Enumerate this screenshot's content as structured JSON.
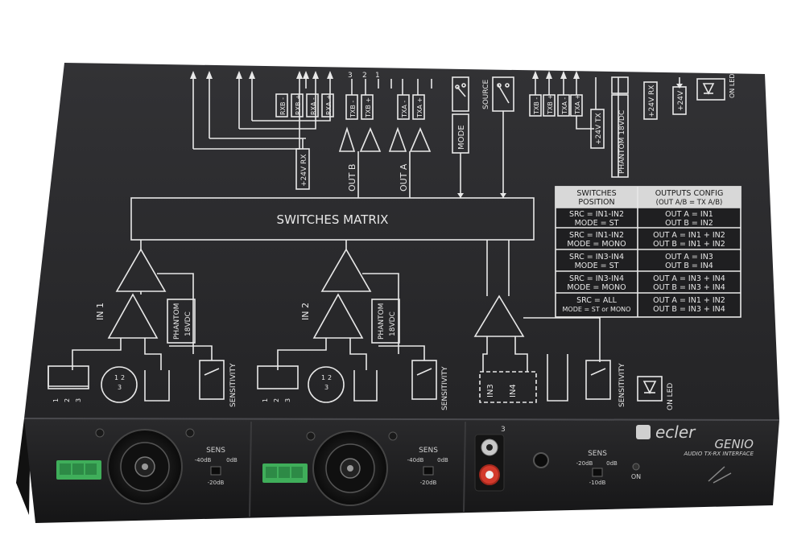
{
  "colors": {
    "chassis_top": "#2b2b2d",
    "chassis_front": "#1e1e20",
    "print": "#e8e8e8",
    "table_header": "#d8d8d8",
    "terminal_green": "#3fae5a",
    "rca_red": "#d33a2c"
  },
  "schematic": {
    "matrix_label": "SWITCHES MATRIX",
    "out_b": "OUT B",
    "out_a": "OUT A",
    "mode": "MODE",
    "source": "SOURCE",
    "in1": "IN 1",
    "in2": "IN 2",
    "in3": "IN3",
    "in4": "IN4",
    "phantom_1": "PHANTOM",
    "phantom_2": "18VDC",
    "phantom_top": "PHANTOM 18VDC",
    "sensitivity": "SENSITIVITY",
    "on_led": "ON LED",
    "on_led_top": "ON LED",
    "rx_plus24": "+24V RX",
    "tx_plus24": "+24V TX",
    "rx_plus24_right": "+24V RX",
    "plus24": "+24V",
    "rxb_minus": "RXB -",
    "rxb_plus": "RXB +",
    "rxa_minus": "RXA -",
    "rxa_plus": "RXA +",
    "txb_minus": "TXB -",
    "txb_plus": "TXB +",
    "txa_minus": "TXA -",
    "txa_plus": "TXA +",
    "pin_1": "1",
    "pin_2": "2",
    "pin_3": "3",
    "xlr_pin_1": "1",
    "xlr_pin_2": "2",
    "xlr_pin_3": "3"
  },
  "table": {
    "header_left_1": "SWITCHES",
    "header_left_2": "POSITION",
    "header_right_1": "OUTPUTS CONFIG",
    "header_right_2": "(OUT A/B = TX A/B)",
    "rows": [
      {
        "src": "SRC = IN1-IN2",
        "mode": "MODE = ST",
        "out_a": "OUT A = IN1",
        "out_b": "OUT B = IN2"
      },
      {
        "src": "SRC = IN1-IN2",
        "mode": "MODE = MONO",
        "out_a": "OUT A = IN1 + IN2",
        "out_b": "OUT B = IN1 + IN2"
      },
      {
        "src": "SRC = IN3-IN4",
        "mode": "MODE = ST",
        "out_a": "OUT A = IN3",
        "out_b": "OUT B = IN4"
      },
      {
        "src": "SRC = IN3-IN4",
        "mode": "MODE = MONO",
        "out_a": "OUT A = IN3 + IN4",
        "out_b": "OUT B = IN3 + IN4"
      },
      {
        "src": "SRC = ALL",
        "mode": "MODE = ST or MONO",
        "out_a": "OUT A = IN1 + IN2",
        "out_b": "OUT B = IN3 + IN4"
      }
    ]
  },
  "front_panel": {
    "brand": "ecler",
    "model": "GENIO",
    "subtitle": "AUDIO TX-RX INTERFACE",
    "sens_1": "SENS",
    "sens_1_left": "-40dB",
    "sens_1_right": "0dB",
    "sens_1_bottom": "-20dB",
    "sens_2": "SENS",
    "sens_2_left": "-40dB",
    "sens_2_right": "0dB",
    "sens_2_bottom": "-20dB",
    "sens_3": "SENS",
    "sens_3_left": "-20dB",
    "sens_3_right": "0dB",
    "sens_3_bottom": "-10dB",
    "rca_label": "3",
    "on_label": "ON"
  }
}
